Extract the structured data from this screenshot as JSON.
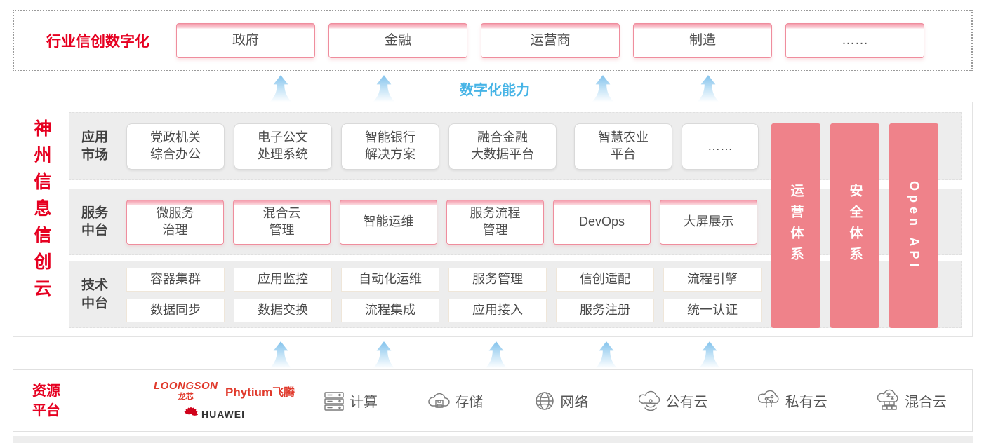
{
  "colors": {
    "accent_red": "#e60021",
    "bar_pink": "#ef828a",
    "capability_blue": "#47b4e6"
  },
  "top_section": {
    "label": "行业信创数字化",
    "industries": [
      "政府",
      "金融",
      "运营商",
      "制造",
      "……"
    ]
  },
  "capability_label": "数字化能力",
  "platform": {
    "title_vertical": "神州信息信创云",
    "rows": [
      {
        "label": "应用\n市场",
        "items": [
          "党政机关\n综合办公",
          "电子公文\n处理系统",
          "智能银行\n解决方案",
          "融合金融\n大数据平台",
          "智慧农业\n平台",
          "……"
        ]
      },
      {
        "label": "服务\n中台",
        "items": [
          "微服务\n治理",
          "混合云\n管理",
          "智能运维",
          "服务流程\n管理",
          "DevOps",
          "大屏展示"
        ]
      },
      {
        "label": "技术\n中台",
        "grid": [
          [
            "容器集群",
            "应用监控",
            "自动化运维",
            "服务管理",
            "信创适配",
            "流程引擎"
          ],
          [
            "数据同步",
            "数据交换",
            "流程集成",
            "应用接入",
            "服务注册",
            "统一认证"
          ]
        ]
      }
    ],
    "side_bars": [
      "运营体系",
      "安全体系",
      "Open API"
    ]
  },
  "resource_section": {
    "label": "资源\n平台",
    "logos": {
      "loongson_text": "LOONGSON",
      "loongson_sub": "龙芯",
      "phytium_text": "Phytium",
      "phytium_sub": "飞腾",
      "huawei_text": "HUAWEI"
    },
    "resources": [
      {
        "icon": "server-icon",
        "label": "计算"
      },
      {
        "icon": "storage-cloud-icon",
        "label": "存储"
      },
      {
        "icon": "network-globe-icon",
        "label": "网络"
      },
      {
        "icon": "public-cloud-icon",
        "label": "公有云"
      },
      {
        "icon": "private-cloud-icon",
        "label": "私有云"
      },
      {
        "icon": "hybrid-cloud-icon",
        "label": "混合云"
      }
    ]
  }
}
